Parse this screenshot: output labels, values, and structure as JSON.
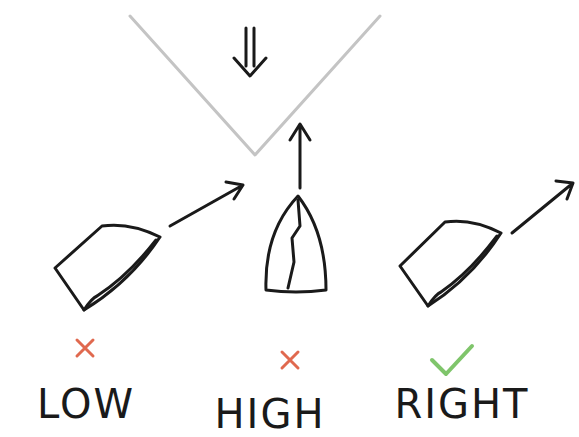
{
  "diagram": {
    "labels": [
      "LOW",
      "HIGH",
      "RIGHT"
    ]
  }
}
